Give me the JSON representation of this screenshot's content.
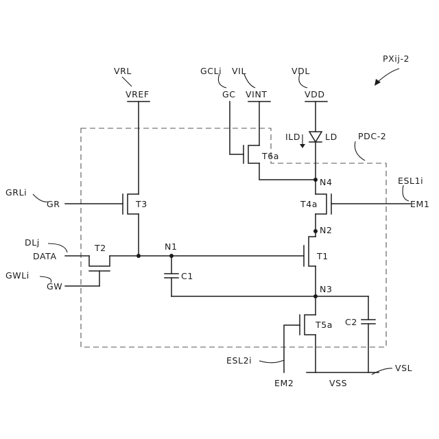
{
  "figure_label": "PXij-2",
  "region_label": "PDC-2",
  "lines": {
    "vrl": "VRL",
    "gcli": "GCLi",
    "vil": "VIL",
    "vdl": "VDL",
    "grli": "GRLi",
    "dlj": "DLj",
    "gwli": "GWLi",
    "esl1i": "ESL1i",
    "esl2i": "ESL2i",
    "vsl": "VSL"
  },
  "terminals": {
    "vref": "VREF",
    "gc": "GC",
    "vint": "VINT",
    "vdd": "VDD",
    "gr": "GR",
    "data": "DATA",
    "gw": "GW",
    "em1": "EM1",
    "em2": "EM2",
    "vss": "VSS"
  },
  "devices": {
    "t1": "T1",
    "t2": "T2",
    "t3": "T3",
    "t4a": "T4a",
    "t5a": "T5a",
    "t6a": "T6a",
    "c1": "C1",
    "c2": "C2",
    "ld": "LD",
    "ild": "ILD"
  },
  "nodes": {
    "n1": "N1",
    "n2": "N2",
    "n3": "N3",
    "n4": "N4"
  }
}
